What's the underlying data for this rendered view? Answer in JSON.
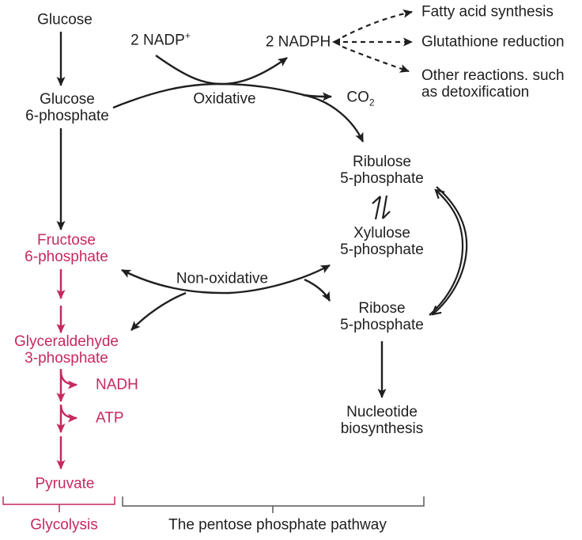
{
  "diagram": {
    "metabolites": {
      "glucose": "Glucose",
      "g6p1": "Glucose",
      "g6p2": "6-phosphate",
      "fructose1": "Fructose",
      "fructose2": "6-phosphate",
      "gap1": "Glyceraldehyde",
      "gap2": "3-phosphate",
      "pyruvate": "Pyruvate",
      "ribulose1": "Ribulose",
      "ribulose2": "5-phosphate",
      "xylulose1": "Xylulose",
      "xylulose2": "5-phosphate",
      "ribose1": "Ribose",
      "ribose2": "5-phosphate"
    },
    "cofactors": {
      "nadp_base": "2 NADP",
      "nadp_sup": "+",
      "nadph": "2 NADPH",
      "co2_base": "CO",
      "co2_sub": "2",
      "nadh": "NADH",
      "atp": "ATP"
    },
    "phase_labels": {
      "oxidative": "Oxidative",
      "non_oxidative": "Non-oxidative"
    },
    "nadph_fates": {
      "fatty": "Fatty acid synthesis",
      "glutathione": "Glutathione reduction",
      "other1": "Other reactions. such",
      "other2": "as detoxification"
    },
    "outputs": {
      "nucleotide1": "Nucleotide",
      "nucleotide2": "biosynthesis"
    },
    "brackets": {
      "glycolysis": "Glycolysis",
      "ppp": "The pentose phosphate pathway"
    },
    "colors": {
      "ink": "#1f1f1f",
      "pink": "#c6295f",
      "bracket_gray": "#58595b"
    }
  }
}
